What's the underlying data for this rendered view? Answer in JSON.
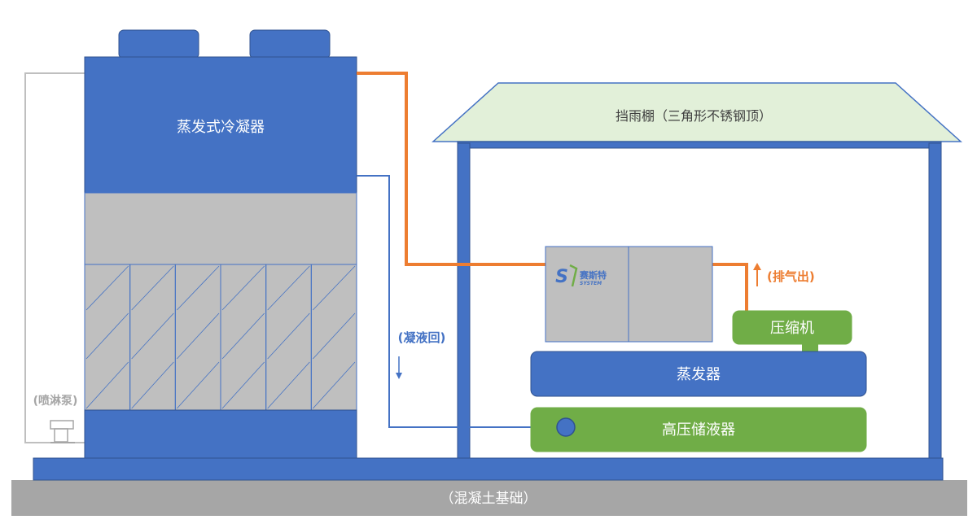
{
  "labels": {
    "condenser": "蒸发式冷凝器",
    "roof": "挡雨棚（三角形不锈钢顶）",
    "compressor": "压缩机",
    "evaporator": "蒸发器",
    "receiver": "高压储液器",
    "exhaust": "(排气出)",
    "condensate_return": "(凝液回)",
    "spray_pump": "(喷淋泵)",
    "foundation": "（混凝土基础）"
  },
  "logo": {
    "brand_cn": "赛斯特",
    "brand_en": "SYSTEM"
  },
  "colors": {
    "blue": "#4472C4",
    "dark_blue_stroke": "#2F528F",
    "orange": "#ED7D31",
    "green": "#70AD47",
    "light_green": "#E2F0D9",
    "gray": "#BFBFBF",
    "foundation_gray": "#A6A6A6",
    "pipe_gray": "#BFBFBF",
    "text_blue": "#4472C4",
    "text_orange": "#ED7D31",
    "text_gray": "#A6A6A6"
  }
}
